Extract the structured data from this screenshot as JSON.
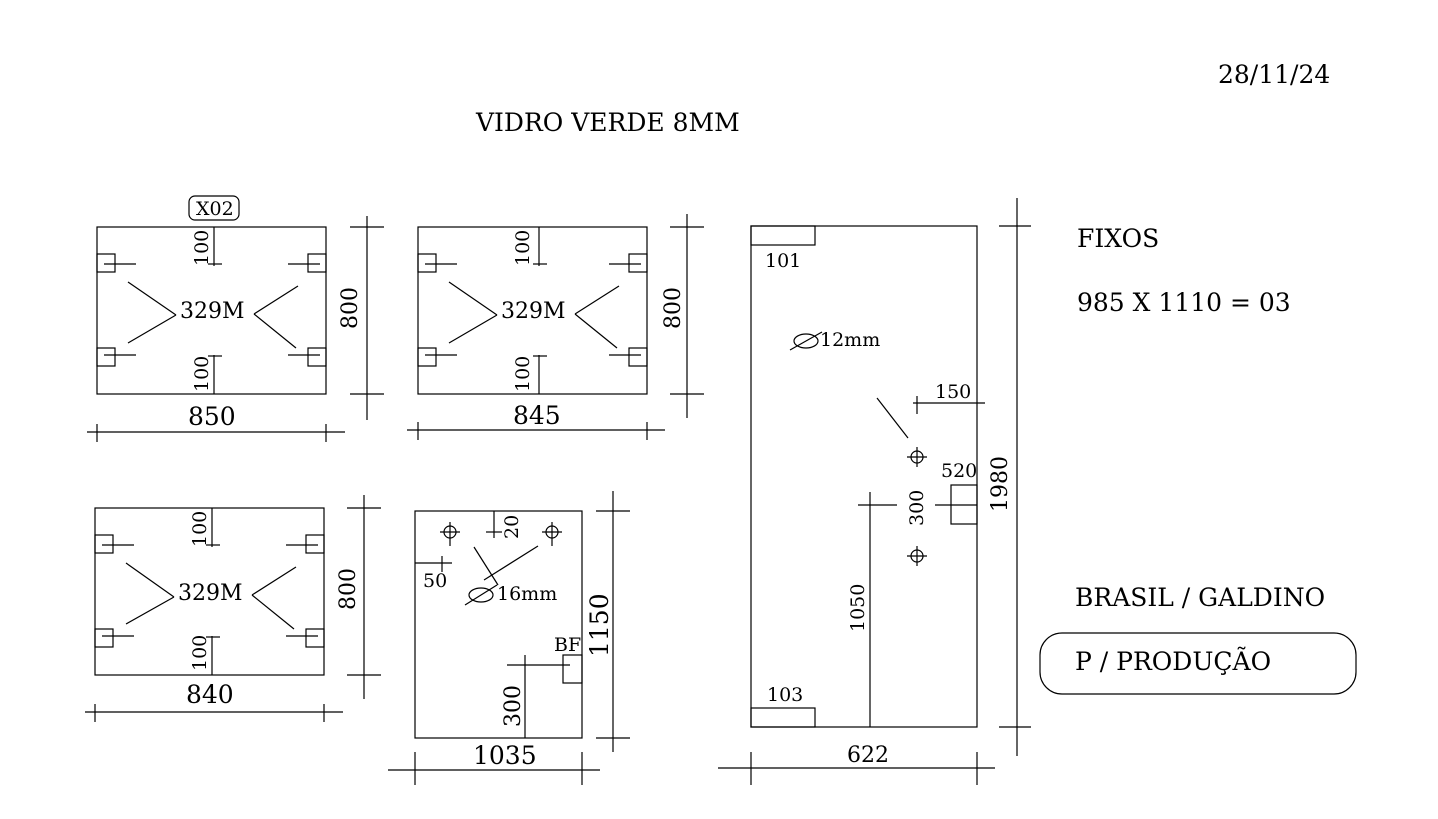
{
  "header": {
    "date": "28/11/24",
    "title": "VIDRO  VERDE 8MM"
  },
  "notes": {
    "fixos_label": "FIXOS",
    "fixos_spec": "985 X 1110 = 03",
    "client": "BRASIL / GALDINO",
    "status": "P / PRODUÇÃO"
  },
  "panels": {
    "p1": {
      "tag": "X02",
      "width": "850",
      "height": "800",
      "top_offset": "100",
      "bottom_offset": "100",
      "hinge_label": "329M"
    },
    "p2": {
      "width": "845",
      "height": "800",
      "top_offset": "100",
      "bottom_offset": "100",
      "hinge_label": "329M"
    },
    "p3": {
      "width": "840",
      "height": "800",
      "top_offset": "100",
      "bottom_offset": "100",
      "hinge_label": "329M"
    },
    "p4": {
      "width": "1035",
      "height": "1150",
      "hole_spacing": "20",
      "edge_offset": "50",
      "hole_diameter": "16mm",
      "lock_label": "BF",
      "lock_height": "300"
    },
    "p5": {
      "width": "622",
      "height": "1980",
      "corner_top": "101",
      "corner_bottom": "103",
      "hole_diameter": "12mm",
      "hole_offset": "150",
      "hole_spacing": "300",
      "lock_offset": "520",
      "hole_height": "1050"
    }
  },
  "colors": {
    "ink": "#000000",
    "paper": "#ffffff"
  }
}
